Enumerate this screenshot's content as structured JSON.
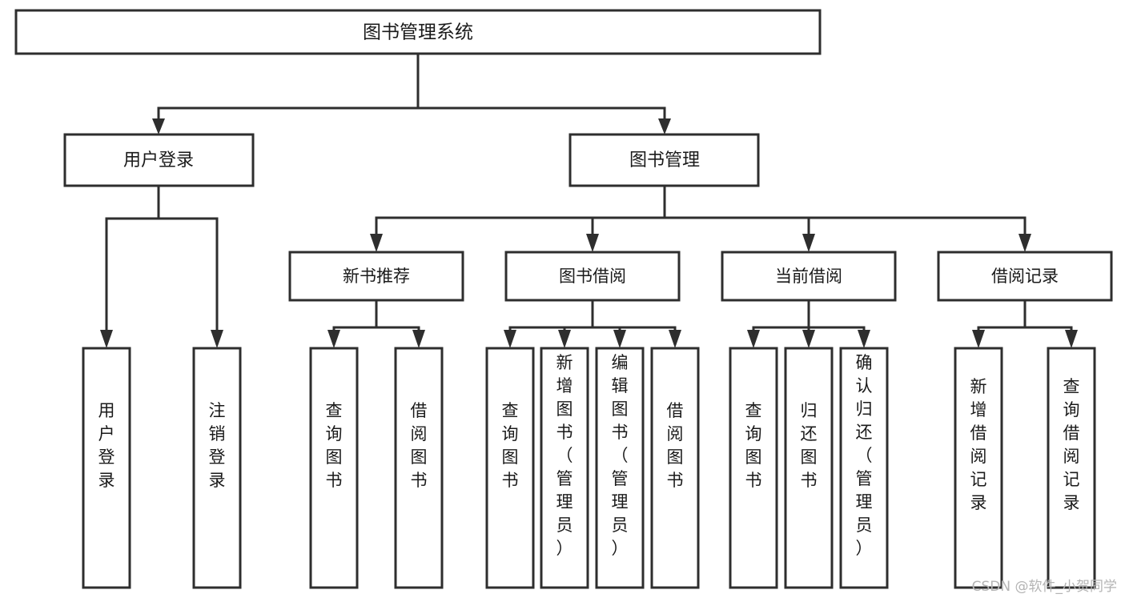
{
  "diagram": {
    "type": "tree-hierarchy-chart",
    "title": "图书管理系统",
    "orientation": "top-down",
    "colors": {
      "box_stroke": "#2e2e2e",
      "box_fill": "#ffffff",
      "edge": "#2e2e2e",
      "background": "#ffffff",
      "watermark": "#b4b4b4"
    },
    "root": {
      "label": "图书管理系统",
      "level": 1
    },
    "level2": [
      {
        "label": "用户登录"
      },
      {
        "label": "图书管理"
      }
    ],
    "level3": [
      {
        "label": "新书推荐",
        "parent": "图书管理"
      },
      {
        "label": "图书借阅",
        "parent": "图书管理"
      },
      {
        "label": "当前借阅",
        "parent": "图书管理"
      },
      {
        "label": "借阅记录",
        "parent": "图书管理"
      }
    ],
    "leaves": {
      "用户登录": [
        "用户登录",
        "注销登录"
      ],
      "新书推荐": [
        "查询图书",
        "借阅图书"
      ],
      "图书借阅": [
        "查询图书",
        "新增图书（管理员）",
        "编辑图书（管理员）",
        "借阅图书"
      ],
      "当前借阅": [
        "查询图书",
        "归还图书",
        "确认归还（管理员）"
      ],
      "借阅记录": [
        "新增借阅记录",
        "查询借阅记录"
      ]
    }
  },
  "watermark": {
    "text": "CSDN @软件_小贺同学"
  }
}
